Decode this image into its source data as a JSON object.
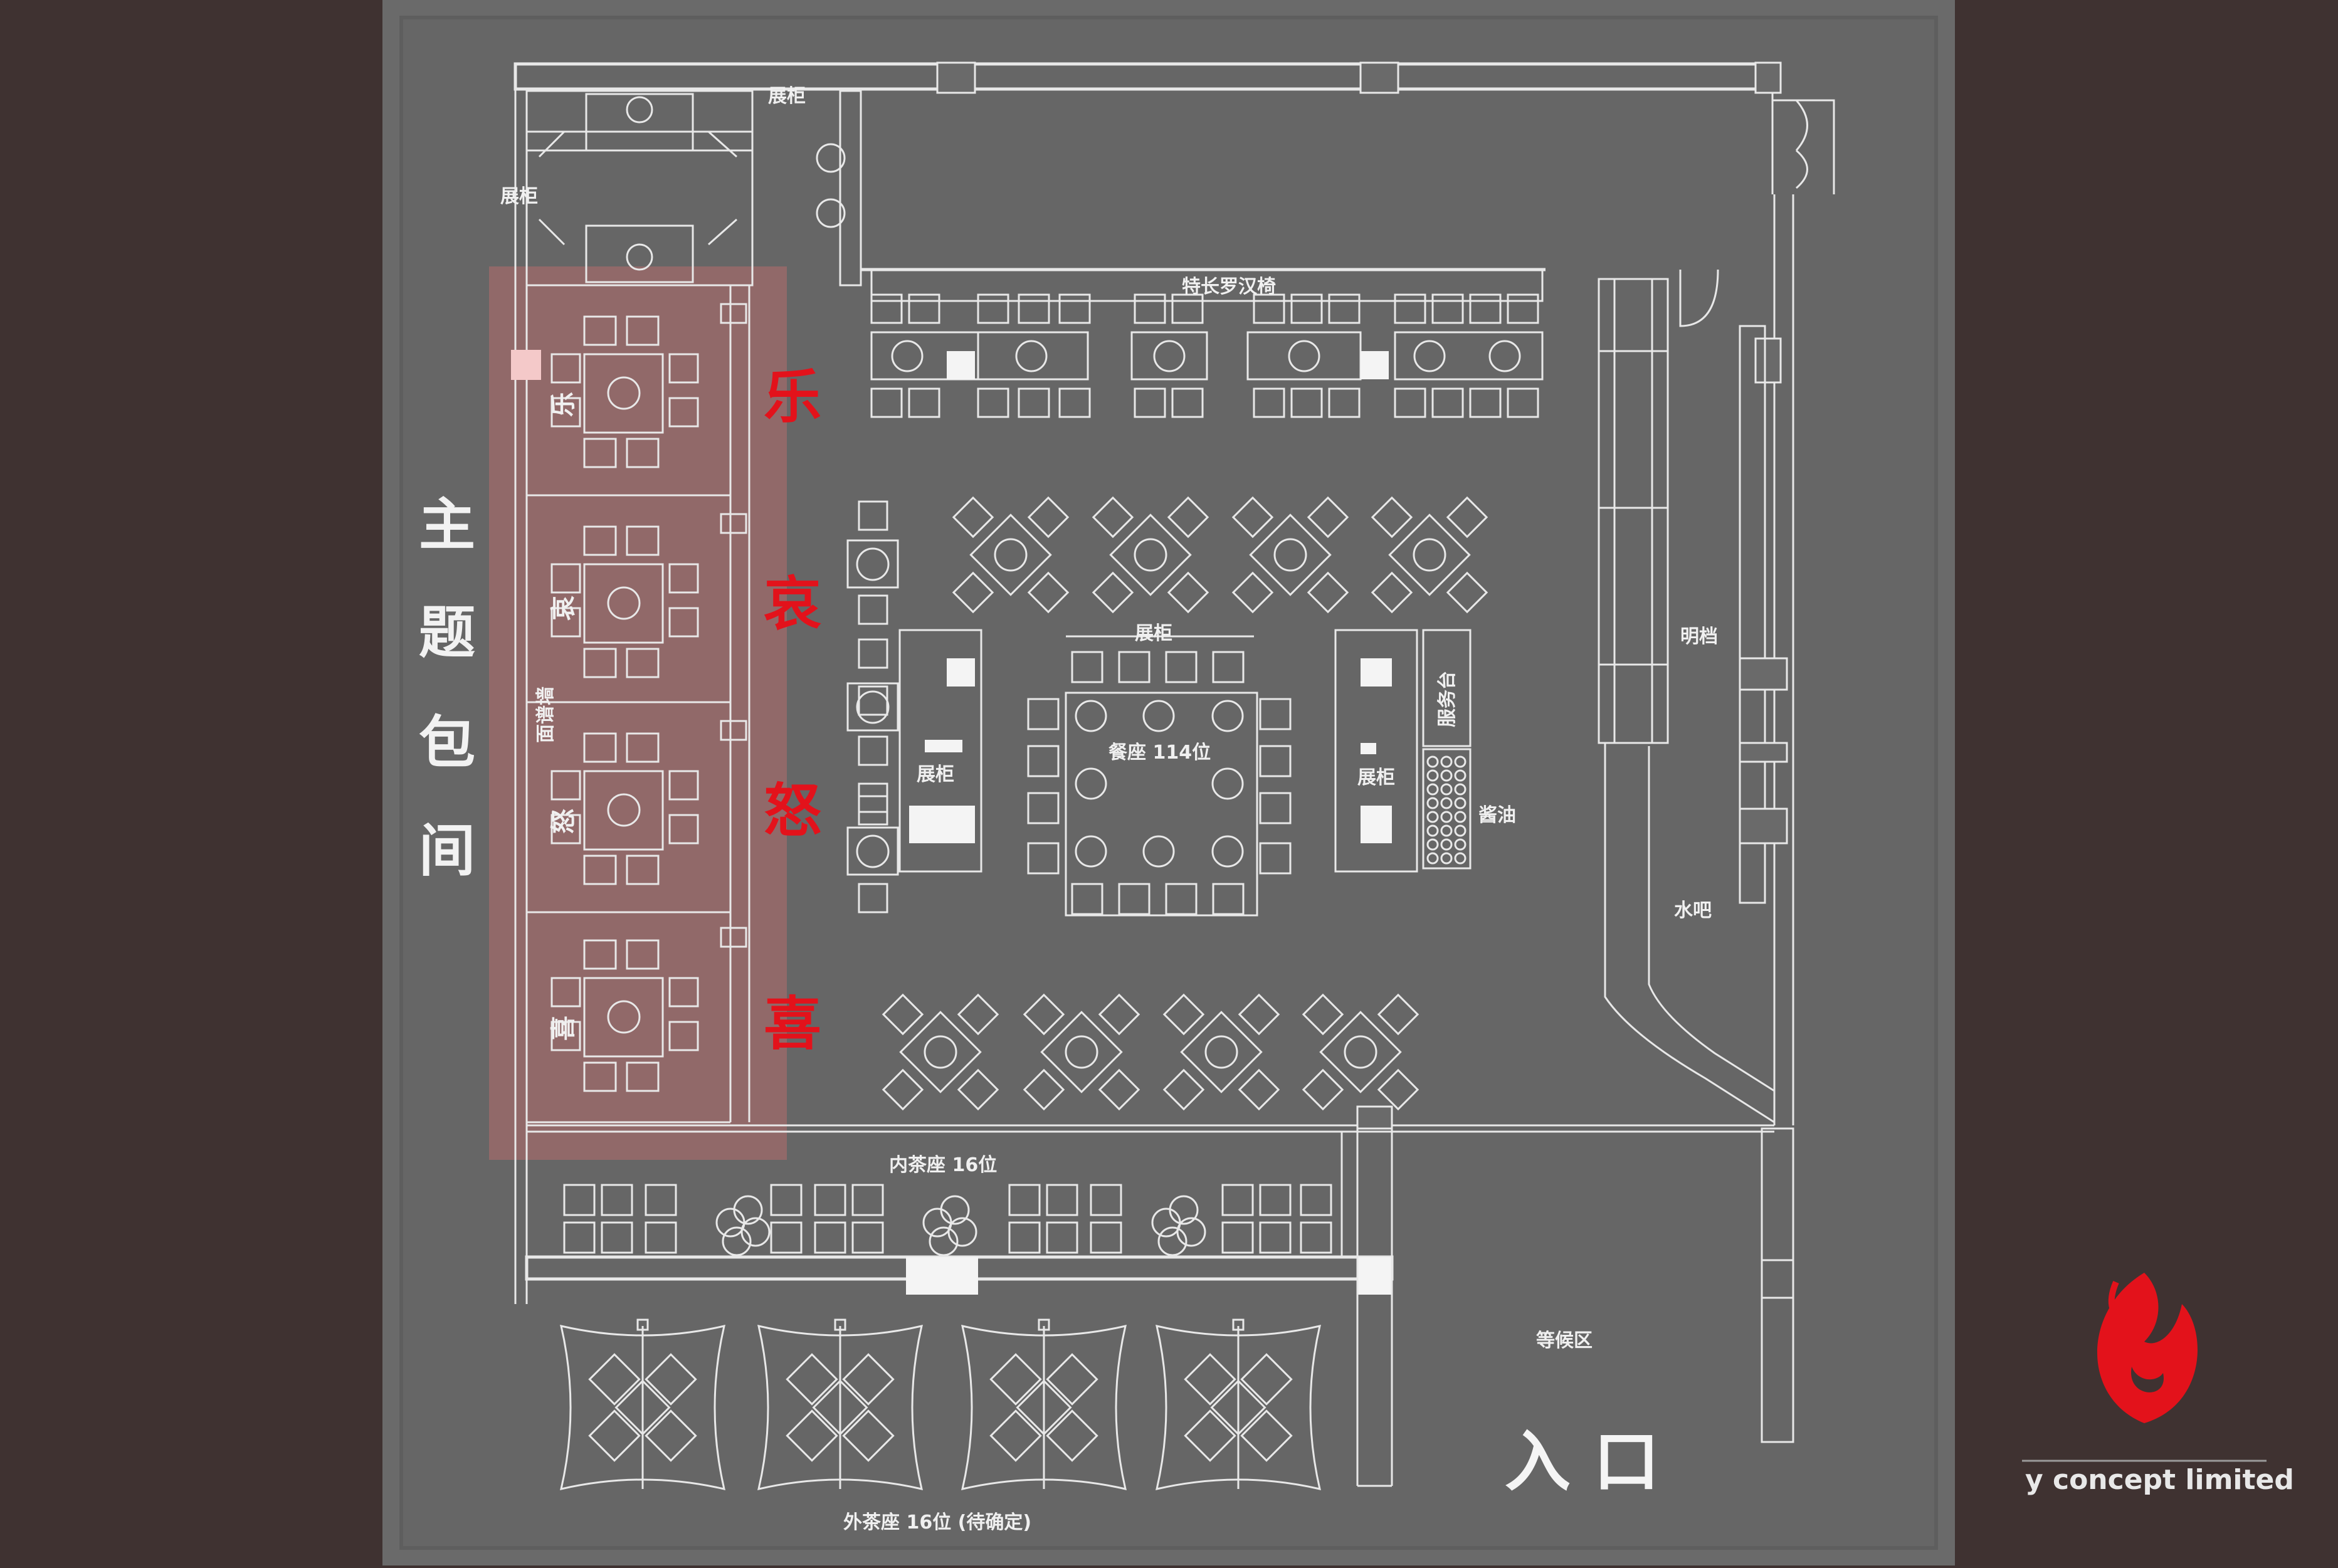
{
  "plan": {
    "theme_rooms_title": [
      "主",
      "题",
      "包",
      "间"
    ],
    "emotion_words": [
      "乐",
      "哀",
      "怒",
      "喜"
    ],
    "room_names": [
      "乐",
      "哀",
      "怒",
      "喜"
    ],
    "display_cabinet": "展柜",
    "long_bench": "特长罗汉椅",
    "dining_seats": "餐座 114位",
    "service_counter": "服务台",
    "sauce": "酱油",
    "open_kitchen": "明档",
    "water_bar": "水吧",
    "face_mask_wall": "面谱墙",
    "inner_tea_seats": "内茶座 16位",
    "waiting_area": "等候区",
    "entrance": "入 口",
    "outer_tea_seats": "外茶座 16位 (待确定)"
  },
  "brand": {
    "name": "y concept limited",
    "logo_color": "#e3121b"
  },
  "colors": {
    "background": "#3f3231",
    "board": "#6a6a6a",
    "line": "#e8e8e8",
    "accent_red": "#e3121b"
  }
}
